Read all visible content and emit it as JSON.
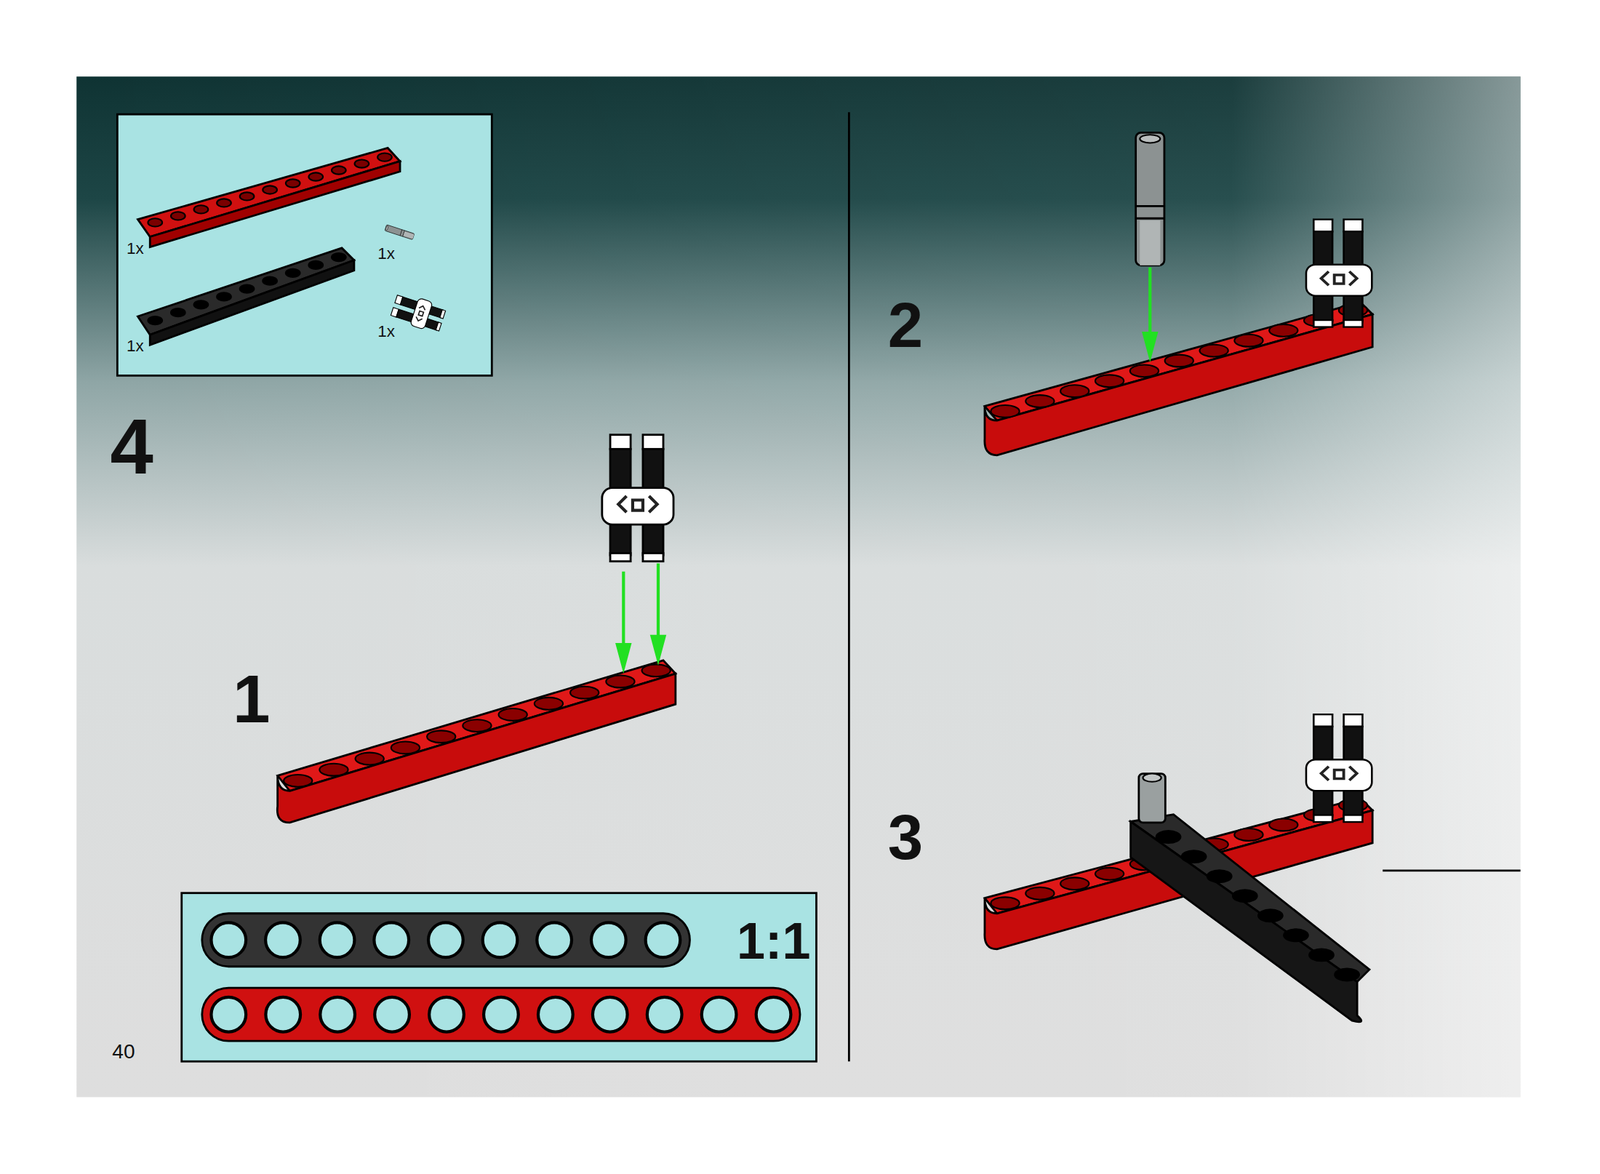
{
  "diagram": {
    "labels": [
      "1x",
      "1x",
      "1x",
      "1x",
      "4",
      "1",
      "2",
      "3",
      "1:1",
      "40"
    ]
  }
}
